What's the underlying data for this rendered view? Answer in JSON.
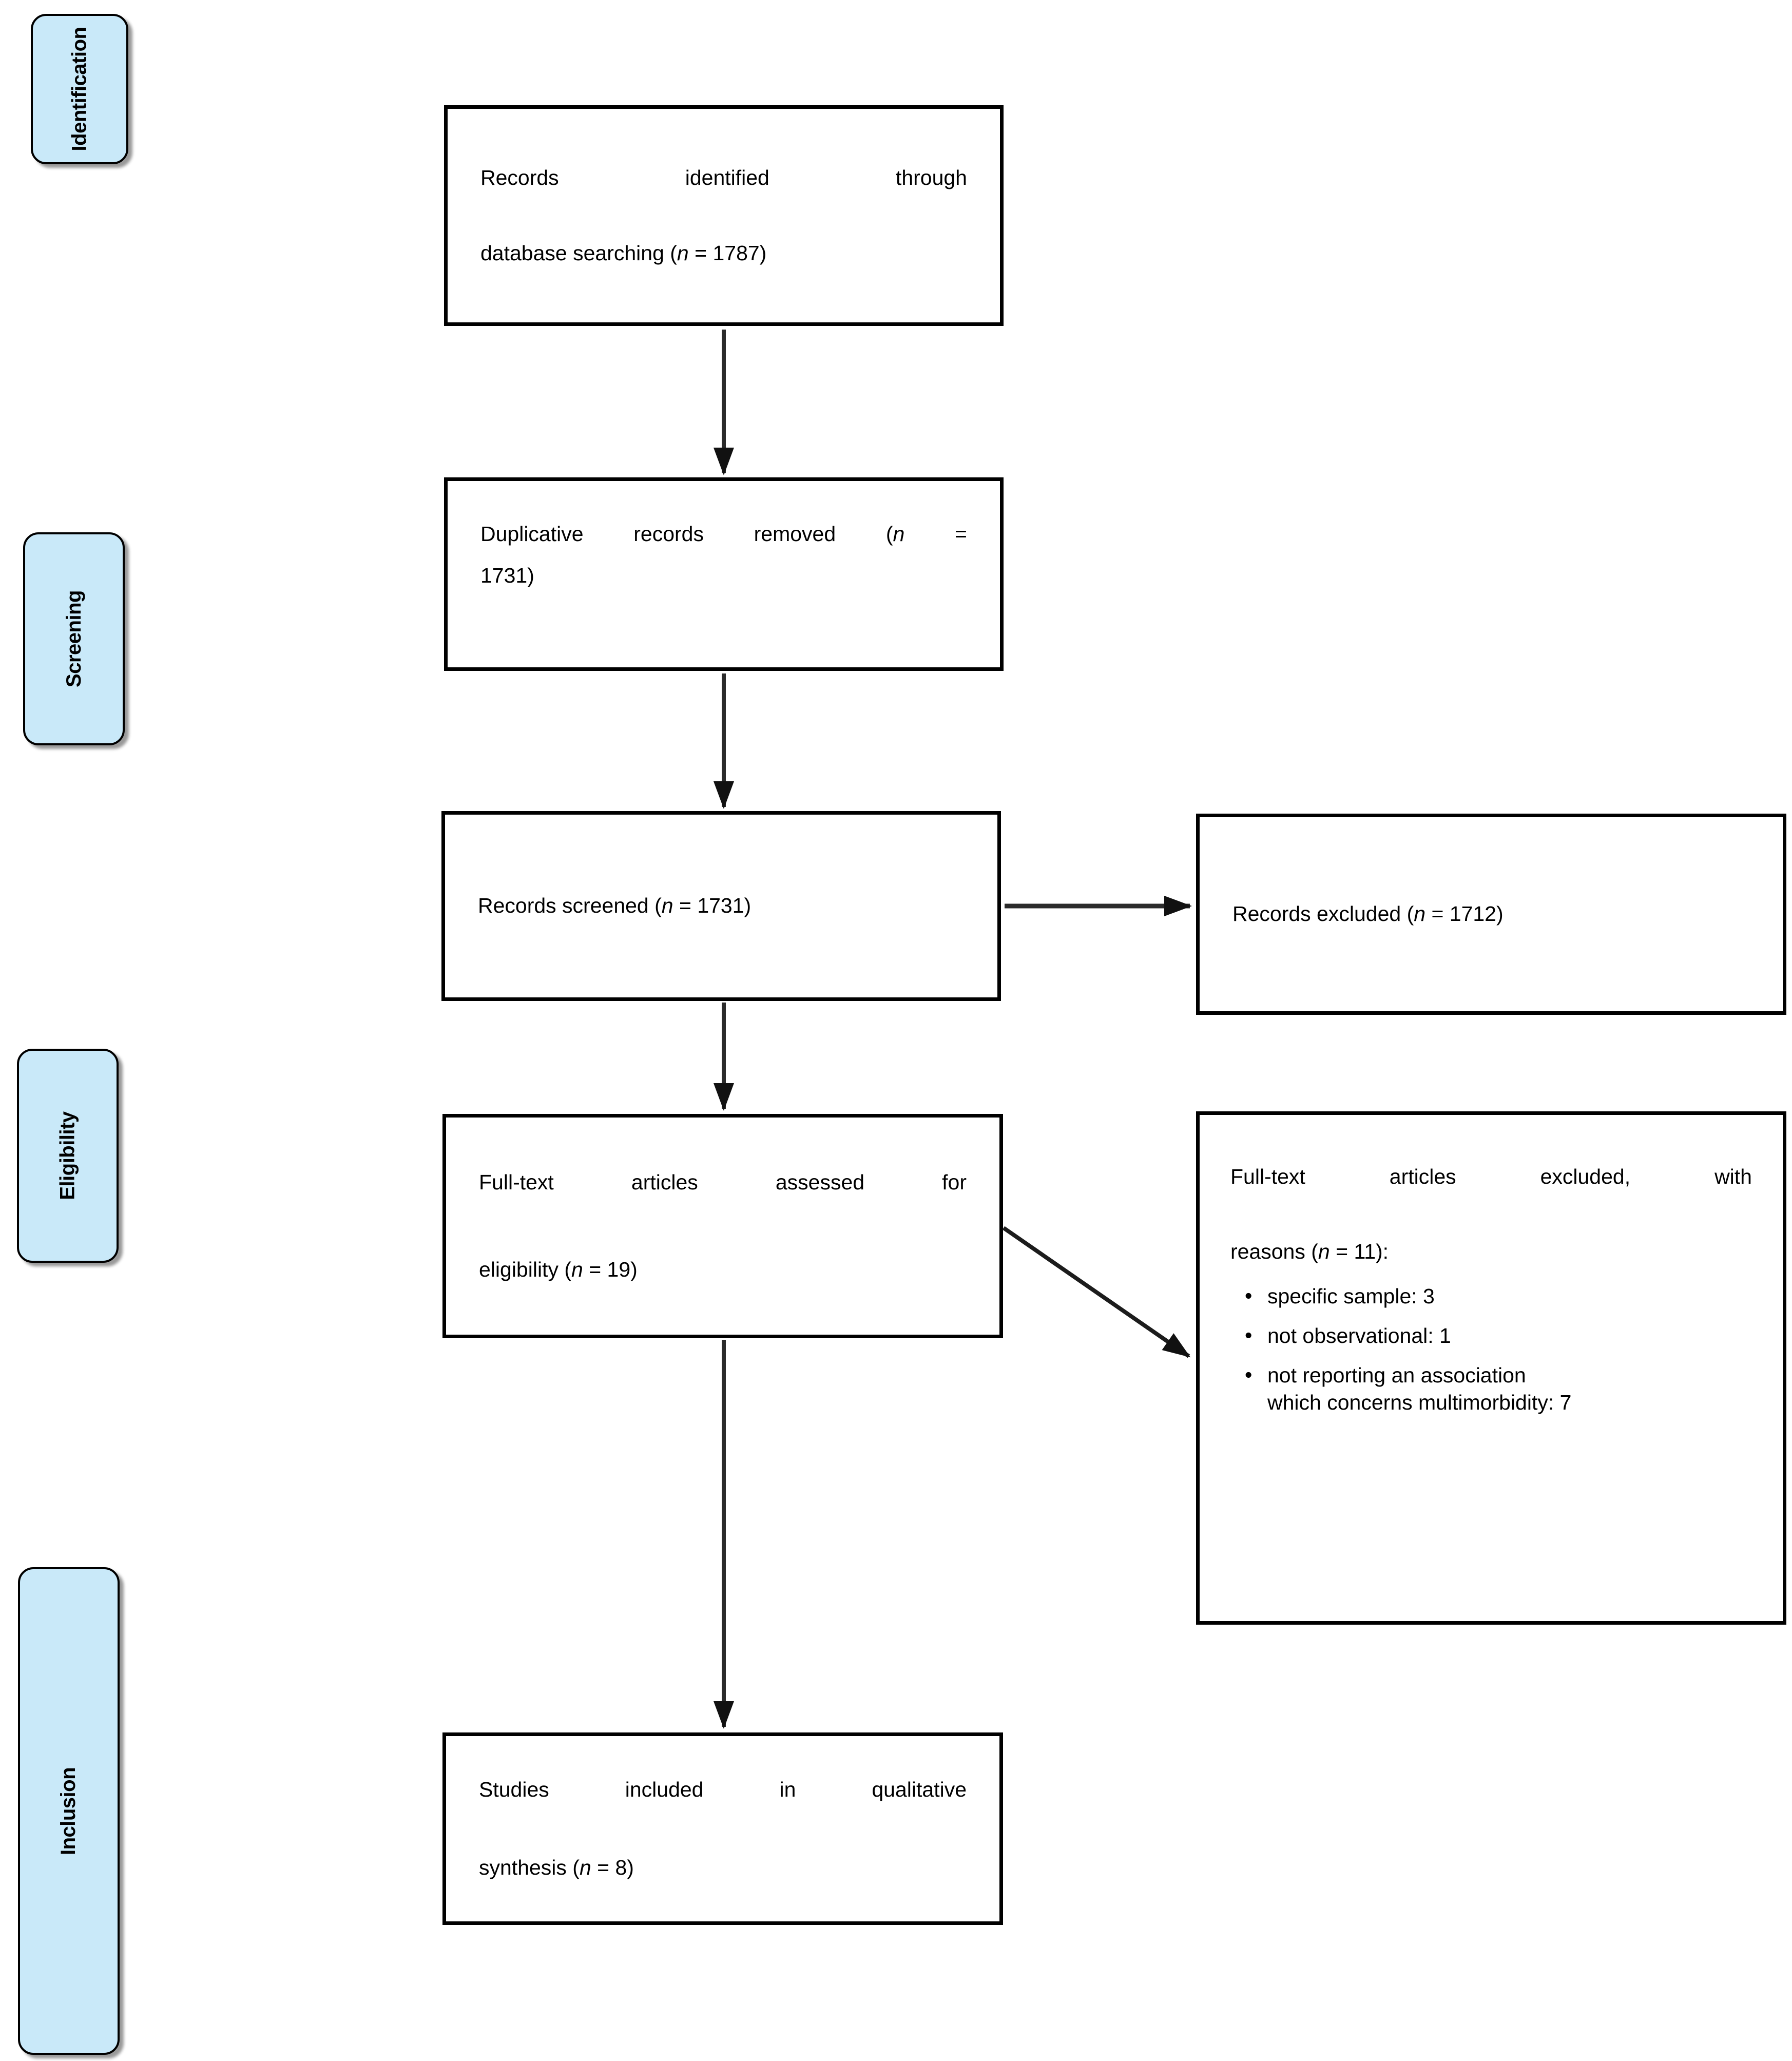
{
  "figure": {
    "kind": "prisma-flow-diagram"
  },
  "colors": {
    "stage_fill": "#c9e9f9",
    "box_border": "#000000",
    "arrow": "#2b2b2b"
  },
  "sidebar": {
    "items": [
      {
        "label": "Identification"
      },
      {
        "label": "Screening"
      },
      {
        "label": "Eligibility"
      },
      {
        "label": "Inclusion"
      }
    ]
  },
  "flow": {
    "identified": {
      "line1": "Records identified through",
      "line2": "database searching (n = 1787)"
    },
    "duplicates": {
      "line1": "Duplicative records removed (n =",
      "line2": "1731)"
    },
    "screened": {
      "line1": "Records screened (n = 1731)"
    },
    "fulltext_assessed": {
      "line1": "Full-text articles assessed for",
      "line2": "eligibility (n = 19)"
    },
    "included": {
      "line1": "Studies included in qualitative",
      "line2": "synthesis (n = 8)"
    }
  },
  "excluded": {
    "records": {
      "line1": "Records excluded (n = 1712)"
    },
    "fulltext": {
      "line1": "Full-text articles excluded, with",
      "line2": "reasons (n = 11):",
      "bullets": [
        [
          "specific sample: 3"
        ],
        [
          "not observational: 1"
        ],
        [
          "not reporting an association",
          "which concerns multimorbidity: 7"
        ]
      ]
    }
  }
}
